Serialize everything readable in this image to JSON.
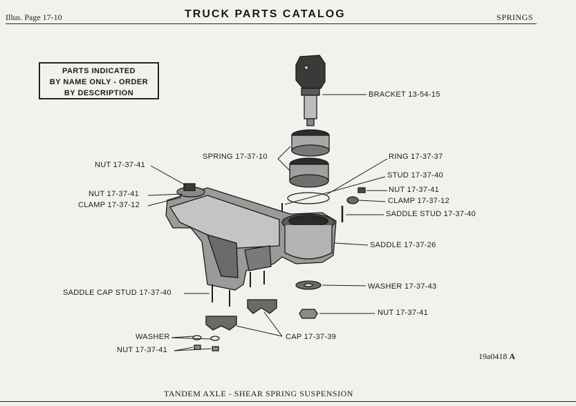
{
  "header": {
    "page_ref": "Illus. Page 17-10",
    "title": "TRUCK PARTS CATALOG",
    "section": "SPRINGS"
  },
  "notice": {
    "line1": "PARTS INDICATED",
    "line2": "BY NAME ONLY - ORDER",
    "line3": "BY DESCRIPTION"
  },
  "callouts": {
    "bracket": "BRACKET 13-54-15",
    "spring": "SPRING 17-37-10",
    "ring": "RING 17-37-37",
    "stud": "STUD 17-37-40",
    "nut_left_top": "NUT 17-37-41",
    "nut_left_mid": "NUT 17-37-41",
    "clamp_left": "CLAMP 17-37-12",
    "nut_right": "NUT 17-37-41",
    "clamp_right": "CLAMP 17-37-12",
    "saddle_stud": "SADDLE STUD 17-37-40",
    "saddle": "SADDLE 17-37-26",
    "washer_right": "WASHER 17-37-43",
    "saddle_cap_stud": "SADDLE CAP STUD 17-37-40",
    "nut_bottom_right": "NUT 17-37-41",
    "washer_bottom": "WASHER",
    "cap": "CAP 17-37-39",
    "nut_bottom_left": "NUT 17-37-41"
  },
  "illustration_code": "19a0418",
  "illustration_code_suffix": "A",
  "caption": "TANDEM AXLE - SHEAR SPRING SUSPENSION"
}
